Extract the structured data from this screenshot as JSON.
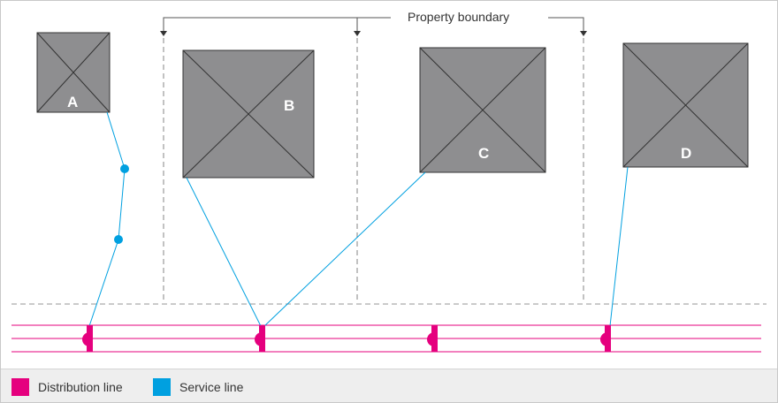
{
  "boundary_label": "Property boundary",
  "buildings": [
    {
      "label": "A"
    },
    {
      "label": "B"
    },
    {
      "label": "C"
    },
    {
      "label": "D"
    }
  ],
  "legend": {
    "distribution": {
      "label": "Distribution line",
      "color": "#e5007e"
    },
    "service": {
      "label": "Service line",
      "color": "#00a0e0"
    }
  },
  "colors": {
    "building_fill": "#8e8e90",
    "building_stroke": "#333333",
    "boundary_line": "#999999",
    "distribution": "#e5007e",
    "service": "#00a0e0"
  }
}
